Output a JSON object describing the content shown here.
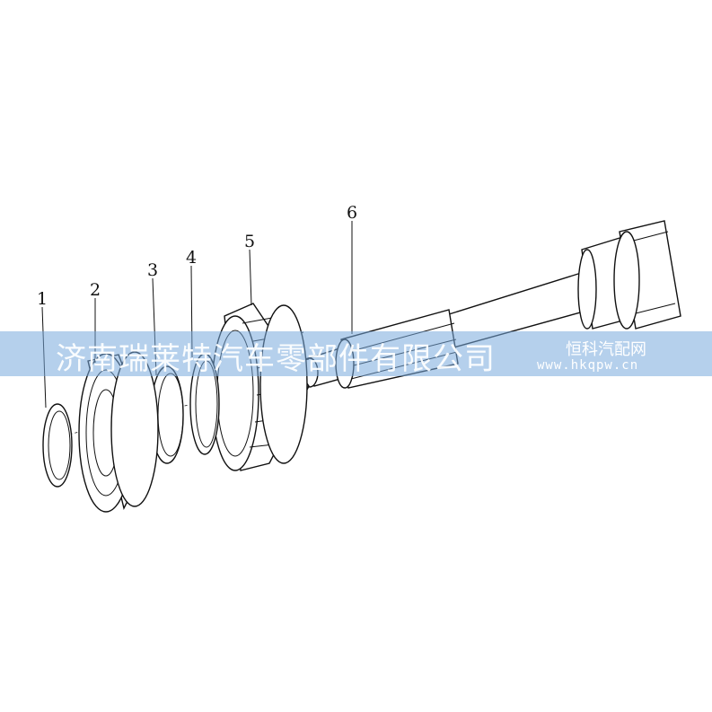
{
  "callouts": [
    "1",
    "2",
    "3",
    "4",
    "5",
    "6"
  ],
  "watermark": {
    "company": "济南瑞莱特汽车零部件有限公司",
    "site_name": "恒科汽配网",
    "site_url": "www.hkqpw.cn",
    "band_color": "#78aadc"
  },
  "parts": [
    {
      "callout": "1",
      "shape": "snap-ring-icon"
    },
    {
      "callout": "2",
      "shape": "bearing-icon"
    },
    {
      "callout": "3",
      "shape": "ring-icon"
    },
    {
      "callout": "4",
      "shape": "snap-ring-icon"
    },
    {
      "callout": "5",
      "shape": "gear-icon"
    },
    {
      "callout": "6",
      "shape": "shaft-icon"
    }
  ]
}
